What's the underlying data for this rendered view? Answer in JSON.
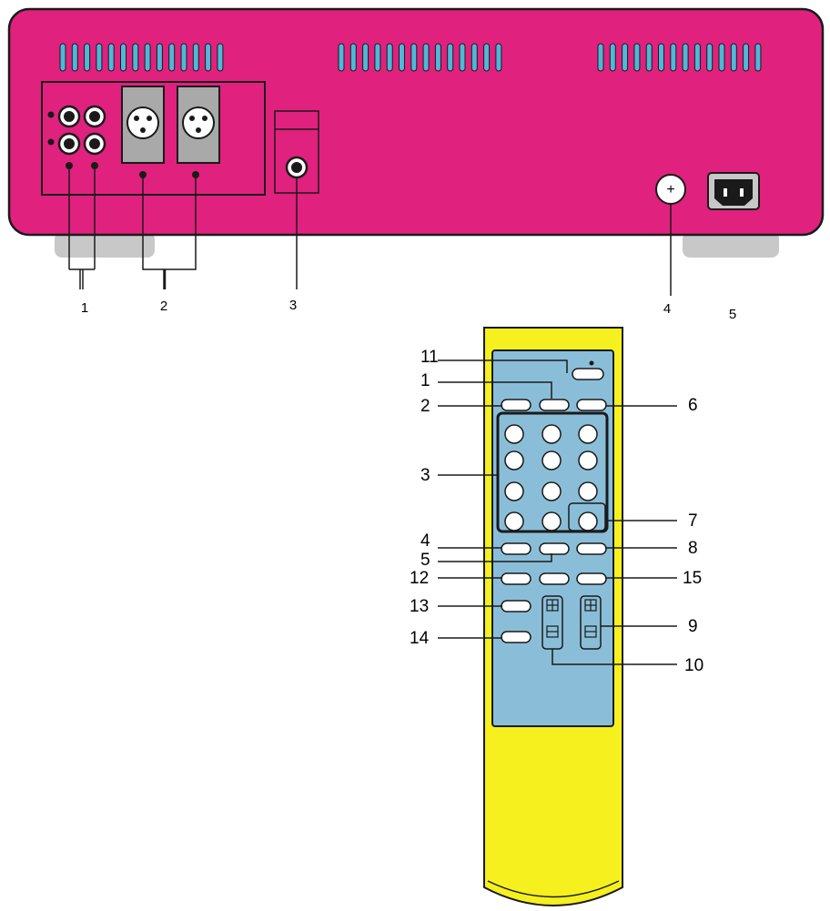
{
  "colors": {
    "chassis": "#E0217E",
    "remote_body": "#F5F01E",
    "remote_panel": "#8ABED8",
    "vent": "#4FB8D8",
    "feet": "#C8C8C8",
    "outline": "#1A1A1A"
  },
  "rear_panel": {
    "callouts": [
      {
        "id": "c1",
        "text": "1"
      },
      {
        "id": "c2",
        "text": "2"
      },
      {
        "id": "c3",
        "text": "3"
      },
      {
        "id": "c4",
        "text": "4"
      },
      {
        "id": "c5",
        "text": "5"
      }
    ],
    "ground_terminal_symbol": "+"
  },
  "remote": {
    "callouts": [
      {
        "id": "r11",
        "text": "11"
      },
      {
        "id": "r1",
        "text": "1"
      },
      {
        "id": "r2",
        "text": "2"
      },
      {
        "id": "r6",
        "text": "6"
      },
      {
        "id": "r3",
        "text": "3"
      },
      {
        "id": "r7",
        "text": "7"
      },
      {
        "id": "r4",
        "text": "4"
      },
      {
        "id": "r8",
        "text": "8"
      },
      {
        "id": "r5",
        "text": "5"
      },
      {
        "id": "r12",
        "text": "12"
      },
      {
        "id": "r15",
        "text": "15"
      },
      {
        "id": "r13",
        "text": "13"
      },
      {
        "id": "r9",
        "text": "9"
      },
      {
        "id": "r14",
        "text": "14"
      },
      {
        "id": "r10",
        "text": "10"
      }
    ],
    "rocker_plus_icon": "plus-box-icon",
    "rocker_minus_icon": "minus-box-icon"
  }
}
